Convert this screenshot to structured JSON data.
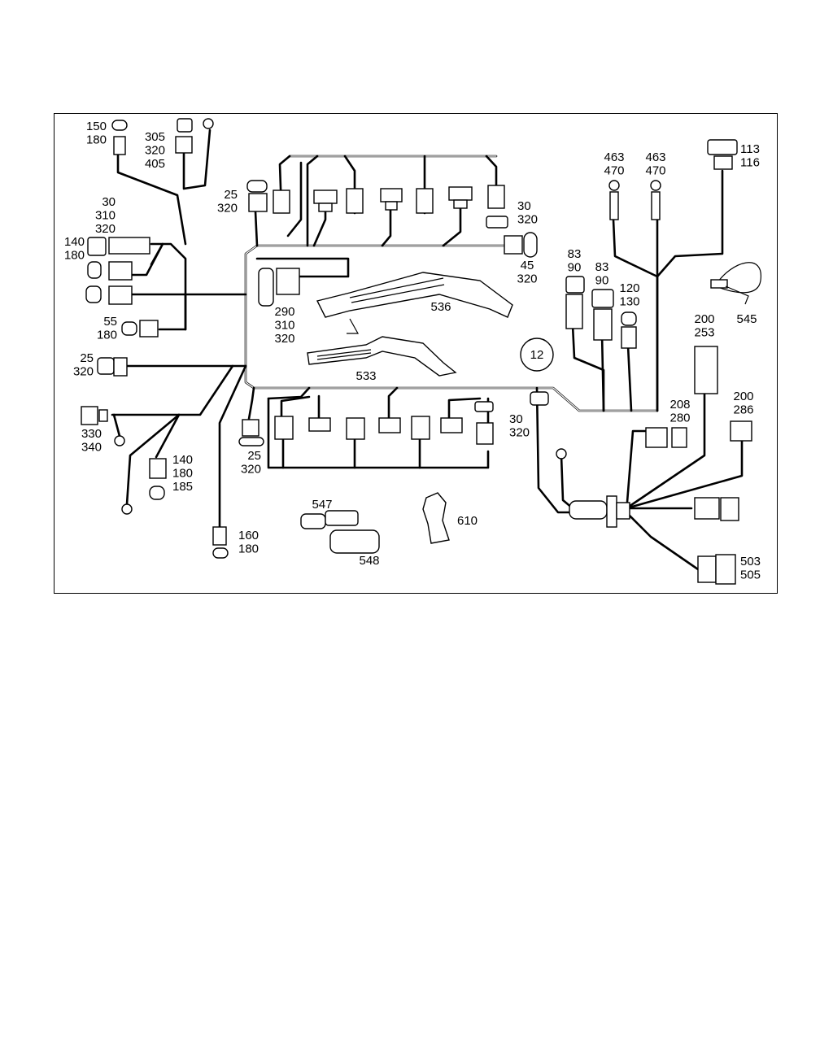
{
  "diagram": {
    "callout_circle": "12",
    "labels": {
      "l150": [
        "150",
        "180"
      ],
      "l305": [
        "305",
        "320",
        "405"
      ],
      "l30a": [
        "30",
        "310",
        "320"
      ],
      "l140a": [
        "140",
        "180"
      ],
      "l55": [
        "55",
        "180"
      ],
      "l25a": [
        "25",
        "320"
      ],
      "l330": [
        "330",
        "340"
      ],
      "l140b": [
        "140",
        "180",
        "185"
      ],
      "l160": [
        "160",
        "180"
      ],
      "l25b": [
        "25",
        "320"
      ],
      "l290": [
        "290",
        "310",
        "320"
      ],
      "l536": [
        "536"
      ],
      "l533": [
        "533"
      ],
      "l30b": [
        "30",
        "320"
      ],
      "l45": [
        "45",
        "320"
      ],
      "l25c": [
        "25",
        "320"
      ],
      "l30c": [
        "30",
        "320"
      ],
      "l547": [
        "547"
      ],
      "l548": [
        "548"
      ],
      "l610": [
        "610"
      ],
      "l463a": [
        "463",
        "470"
      ],
      "l463b": [
        "463",
        "470"
      ],
      "l113": [
        "113",
        "116"
      ],
      "l83a": [
        "83",
        "90"
      ],
      "l83b": [
        "83",
        "90"
      ],
      "l120": [
        "120",
        "130"
      ],
      "l545": [
        "545"
      ],
      "l200a": [
        "200",
        "253"
      ],
      "l200b": [
        "200",
        "286"
      ],
      "l208": [
        "208",
        "280"
      ],
      "l503": [
        "503",
        "505"
      ]
    }
  }
}
